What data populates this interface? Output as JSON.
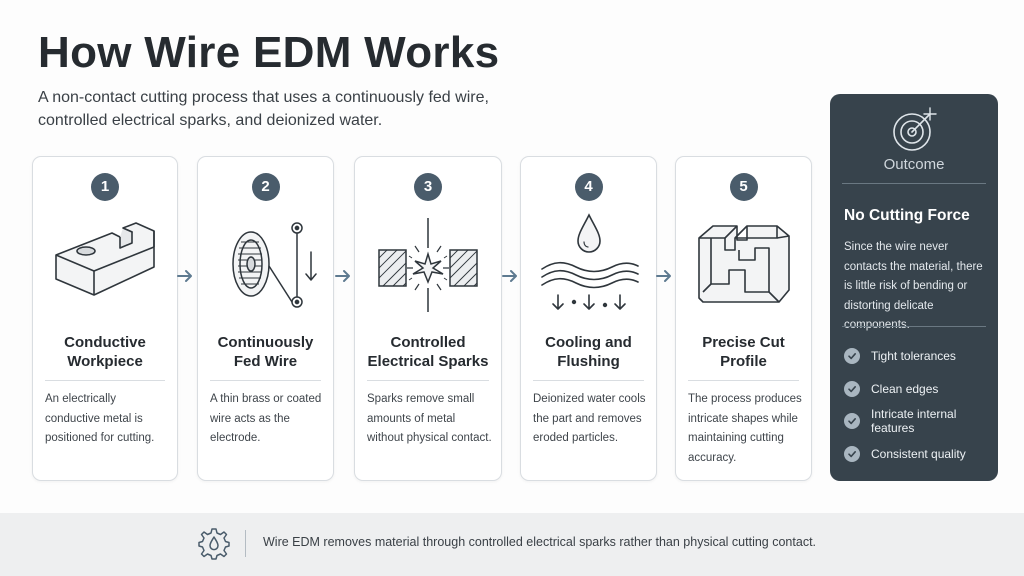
{
  "title": "How Wire EDM Works",
  "subtitle": "A non-contact cutting process that uses a continuously fed wire, controlled electrical sparks, and deionized water.",
  "steps": [
    {
      "number": "1",
      "title": "Conductive Workpiece",
      "description": "An electrically conductive metal is positioned for cutting.",
      "icon": "workpiece-block-icon"
    },
    {
      "number": "2",
      "title": "Continuously Fed Wire",
      "description": "A thin brass or coated wire acts as the electrode.",
      "icon": "wire-spool-icon"
    },
    {
      "number": "3",
      "title": "Controlled Electrical Sparks",
      "description": "Sparks remove small amounts of metal without physical contact.",
      "icon": "spark-icon"
    },
    {
      "number": "4",
      "title": "Cooling and Flushing",
      "description": "Deionized water cools the part and removes eroded particles.",
      "icon": "water-drop-icon"
    },
    {
      "number": "5",
      "title": "Precise Cut Profile",
      "description": "The process produces intricate shapes while maintaining cutting accuracy.",
      "icon": "cut-profile-icon"
    }
  ],
  "outcome": {
    "label": "Outcome",
    "heading": "No Cutting Force",
    "text": "Since the wire never contacts the material, there is little risk of bending or distorting delicate components.",
    "benefits": [
      "Tight tolerances",
      "Clean edges",
      "Intricate internal features",
      "Consistent quality"
    ],
    "icon": "target-icon"
  },
  "footer": {
    "text": "Wire EDM removes material through controlled electrical sparks rather than physical cutting contact.",
    "icon": "gear-drop-icon"
  },
  "colors": {
    "badge": "#4a5c6b",
    "outcome_panel": "#37434c",
    "arrow": "#5e7a90",
    "footer_bg": "#eeeff0"
  }
}
